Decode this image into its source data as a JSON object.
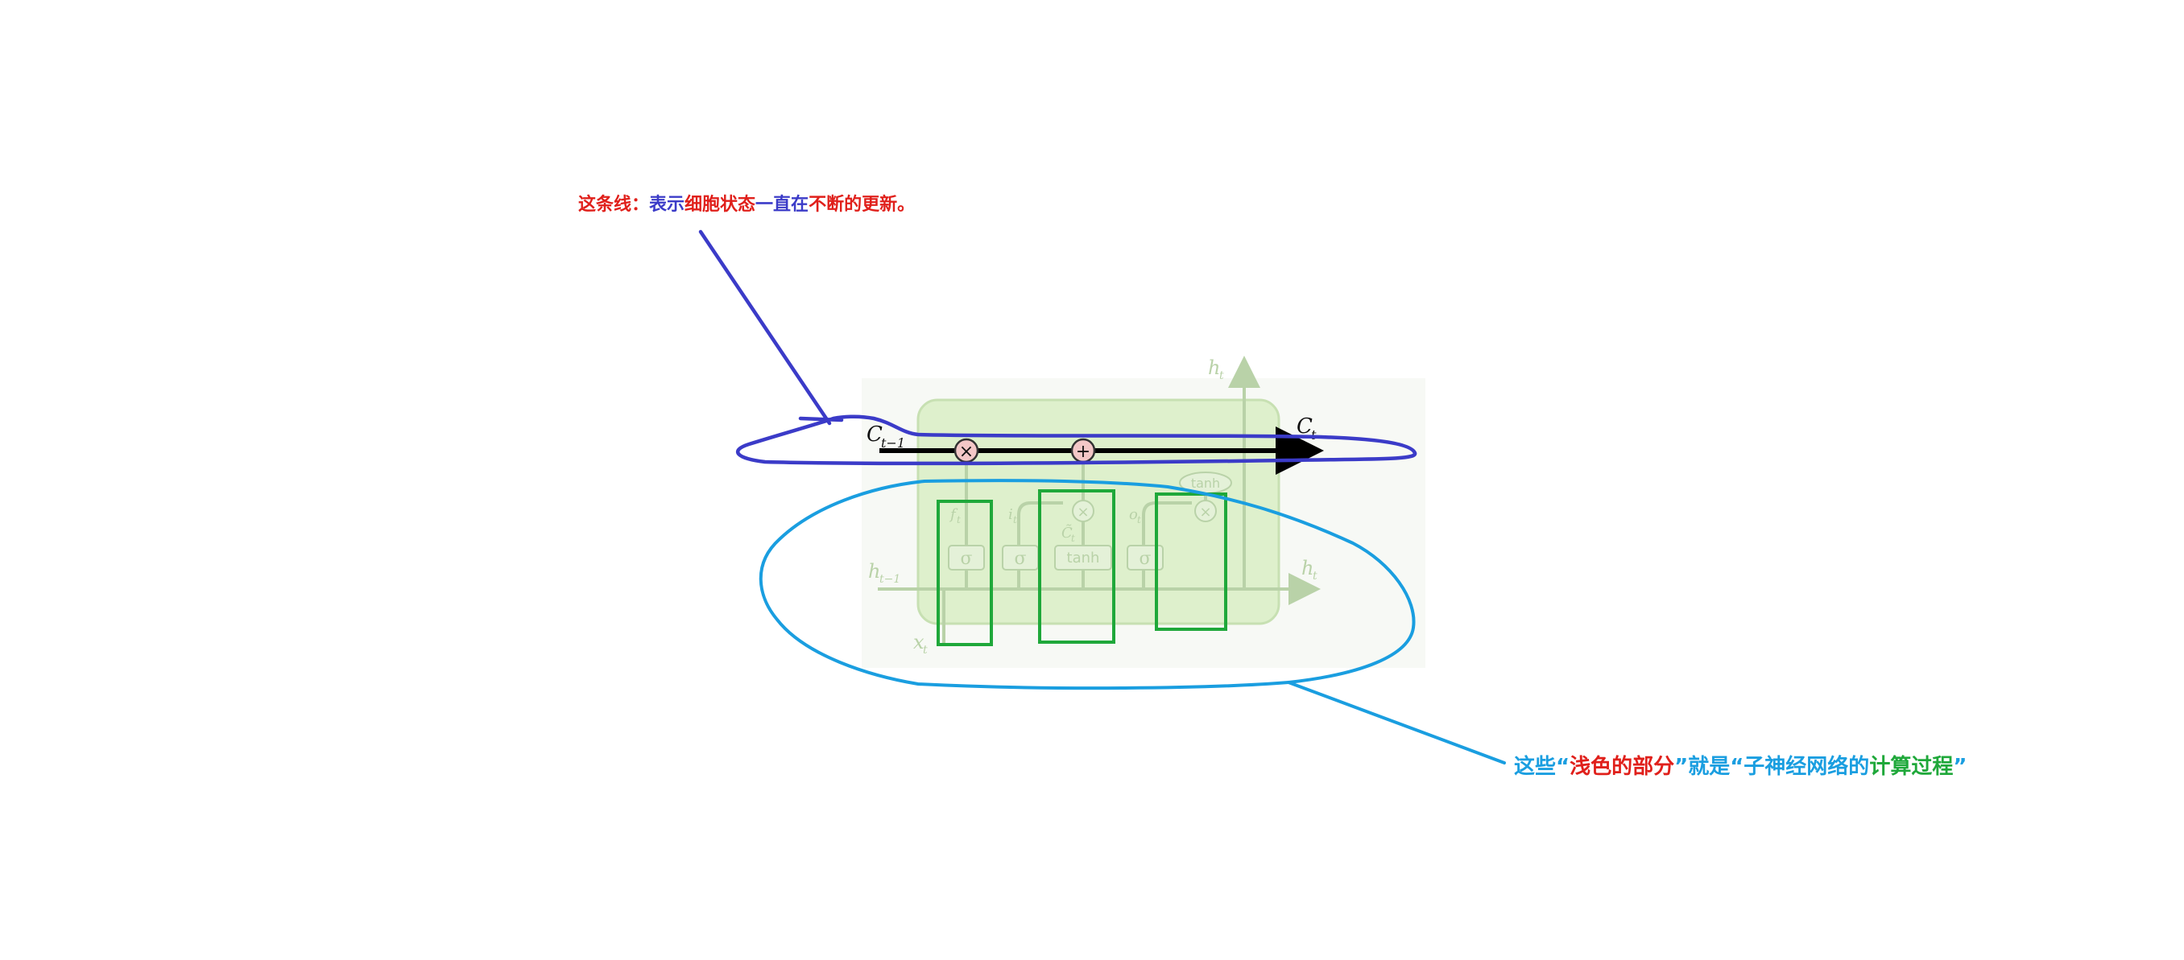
{
  "colors": {
    "red": "#e0201b",
    "blue": "#3b3bc8",
    "cyan": "#1a9ee0",
    "green": "#1fa83a",
    "cell_fill": "#d9eec4",
    "faded": "#b9d2a8"
  },
  "callout_top": {
    "parts": [
      {
        "text": "这条线：",
        "color": "#e0201b"
      },
      {
        "text": "表示",
        "color": "#3b3bc8"
      },
      {
        "text": "细胞状态",
        "color": "#e0201b"
      },
      {
        "text": "一直在",
        "color": "#3b3bc8"
      },
      {
        "text": "不断的更新",
        "color": "#e0201b"
      },
      {
        "text": "。",
        "color": "#e0201b"
      }
    ]
  },
  "callout_bottom": {
    "parts": [
      {
        "text": "这些“",
        "color": "#1a9ee0"
      },
      {
        "text": "浅色的部分",
        "color": "#e0201b"
      },
      {
        "text": "”就是“",
        "color": "#1a9ee0"
      },
      {
        "text": "子神经网络的",
        "color": "#1a9ee0"
      },
      {
        "text": "计算过程",
        "color": "#1fa83a"
      },
      {
        "text": "”",
        "color": "#1a9ee0"
      }
    ]
  },
  "lstm": {
    "c_prev": "C",
    "c_prev_sub": "t−1",
    "c_next": "C",
    "c_next_sub": "t",
    "h_top": "h",
    "h_top_sub": "t",
    "h_prev": "h",
    "h_prev_sub": "t−1",
    "h_next": "h",
    "h_next_sub": "t",
    "x_in": "x",
    "x_in_sub": "t",
    "op_multiply": "×",
    "op_add": "+",
    "gate_sigma": "σ",
    "gate_tanh": "tanh",
    "f_label": "f",
    "f_sub": "t",
    "i_label": "i",
    "i_sub": "t",
    "o_label": "o",
    "o_sub": "t",
    "c_tilde": "C̃",
    "c_tilde_sub": "t"
  }
}
